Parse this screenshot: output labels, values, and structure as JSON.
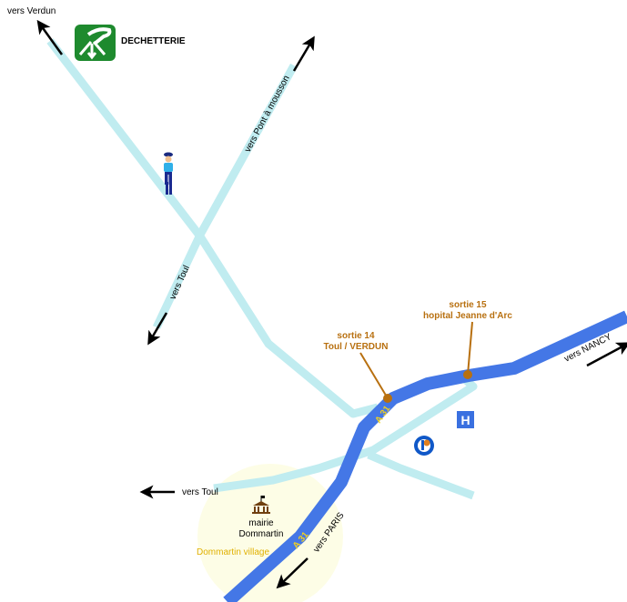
{
  "labels": {
    "vers_verdun": "vers Verdun",
    "dechetterie": "DECHETTERIE",
    "vers_pont": "vers Pont à mousson",
    "vers_toul_north": "vers Toul",
    "vers_toul_west": "vers Toul",
    "sortie14_line1": "sortie 14",
    "sortie14_line2": "Toul / VERDUN",
    "sortie15_line1": "sortie 15",
    "sortie15_line2": "hopital Jeanne d'Arc",
    "vers_nancy": "vers NANCY",
    "vers_paris": "vers PARIS",
    "a31_north": "A 31",
    "a31_south": "A 31",
    "mairie_line1": "mairie",
    "mairie_line2": "Dommartin",
    "village": "Dommartin village",
    "hospital": "H"
  },
  "colors": {
    "road": "#c0ecf0",
    "highway": "#4477e6",
    "exit": "#b87010",
    "village": "#fdfde6",
    "village_text": "#e0b000",
    "dechetterie_green": "#1e8a2e"
  }
}
